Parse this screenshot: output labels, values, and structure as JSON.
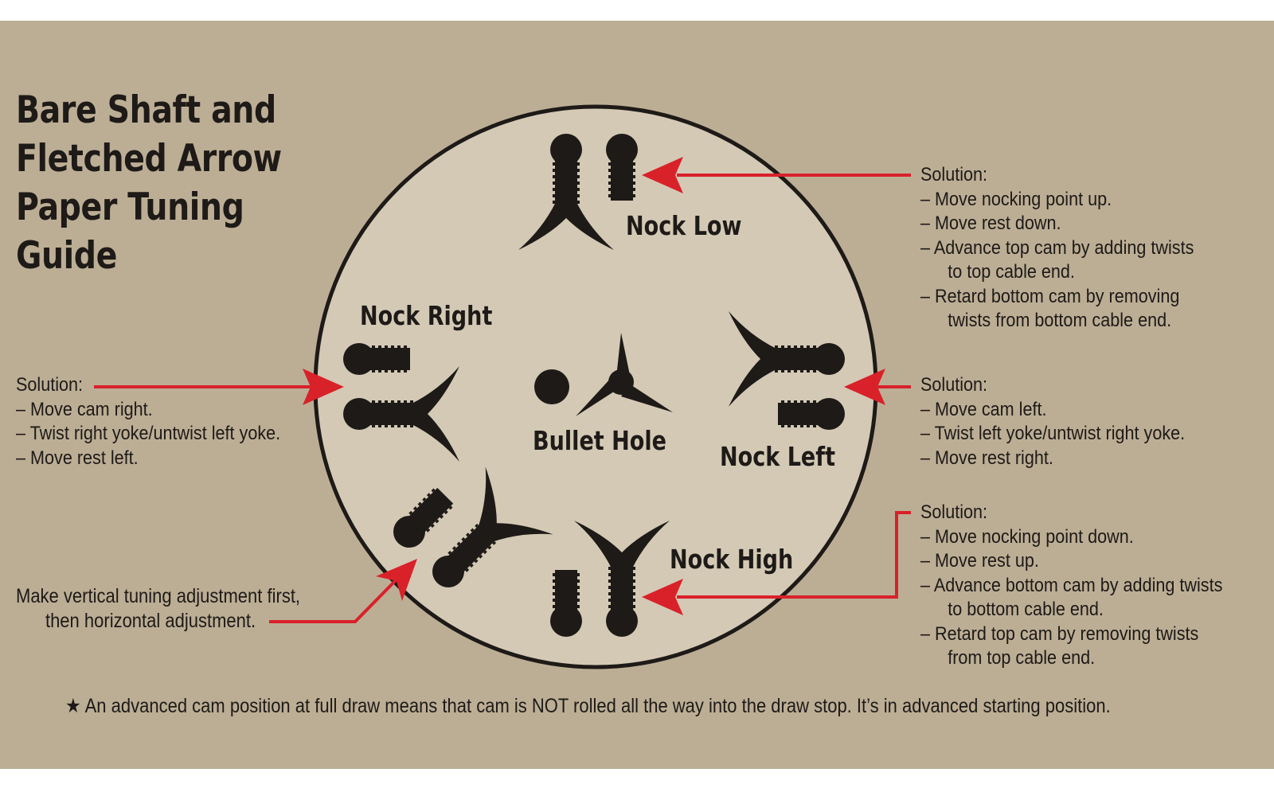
{
  "title": [
    "Bare Shaft and",
    "Fletched Arrow",
    "Paper Tuning",
    "Guide"
  ],
  "labels": {
    "nock_low": "Nock Low",
    "nock_right": "Nock Right",
    "bullet_hole": "Bullet Hole",
    "nock_left": "Nock Left",
    "nock_high": "Nock High"
  },
  "solutions": {
    "nock_low": {
      "heading": "Solution:",
      "lines": [
        "– Move nocking point up.",
        "– Move rest down.",
        "– Advance top cam by adding twists",
        "to top cable end.",
        "– Retard bottom cam by removing",
        "twists from bottom cable end."
      ]
    },
    "nock_right": {
      "heading": "Solution:",
      "lines": [
        "– Move cam right.",
        "– Twist right yoke/untwist left yoke.",
        "– Move rest left."
      ]
    },
    "nock_left": {
      "heading": "Solution:",
      "lines": [
        "– Move cam left.",
        "– Twist left yoke/untwist right yoke.",
        "– Move rest right."
      ]
    },
    "nock_high": {
      "heading": "Solution:",
      "lines": [
        "– Move nocking point down.",
        "– Move rest up.",
        "– Advance bottom cam by adding twists",
        "to bottom cable end.",
        "– Retard top cam by removing twists",
        "from top cable end."
      ]
    }
  },
  "tip": [
    "Make vertical tuning adjustment first,",
    "then horizontal adjustment."
  ],
  "footnote": "★ An advanced cam position at full draw means that cam is NOT rolled all the way into the draw stop. It’s in advanced starting position.",
  "colors": {
    "background": "#bcae95",
    "circle_fill": "#d3c9b5",
    "ink": "#1e1a17",
    "arrow": "#d9212a"
  }
}
